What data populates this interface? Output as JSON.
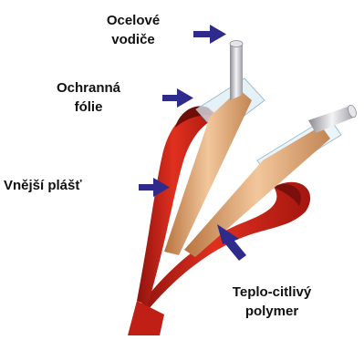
{
  "labels": {
    "steel": {
      "line1": "Ocelové",
      "line2": "vodiče"
    },
    "foil": {
      "line1": "Ochranná",
      "line2": "fólie"
    },
    "jacket": {
      "line1": "Vnější plášť"
    },
    "polymer": {
      "line1": "Teplo-citlivý",
      "line2": "polymer"
    }
  },
  "colors": {
    "arrow": "#2e2b8c",
    "outer_jacket": "#d4241b",
    "polymer": "#e9c19a",
    "steel": "#c8c8cc",
    "foil": "#cfe3ec"
  },
  "icons": [
    "arrow-icon"
  ]
}
